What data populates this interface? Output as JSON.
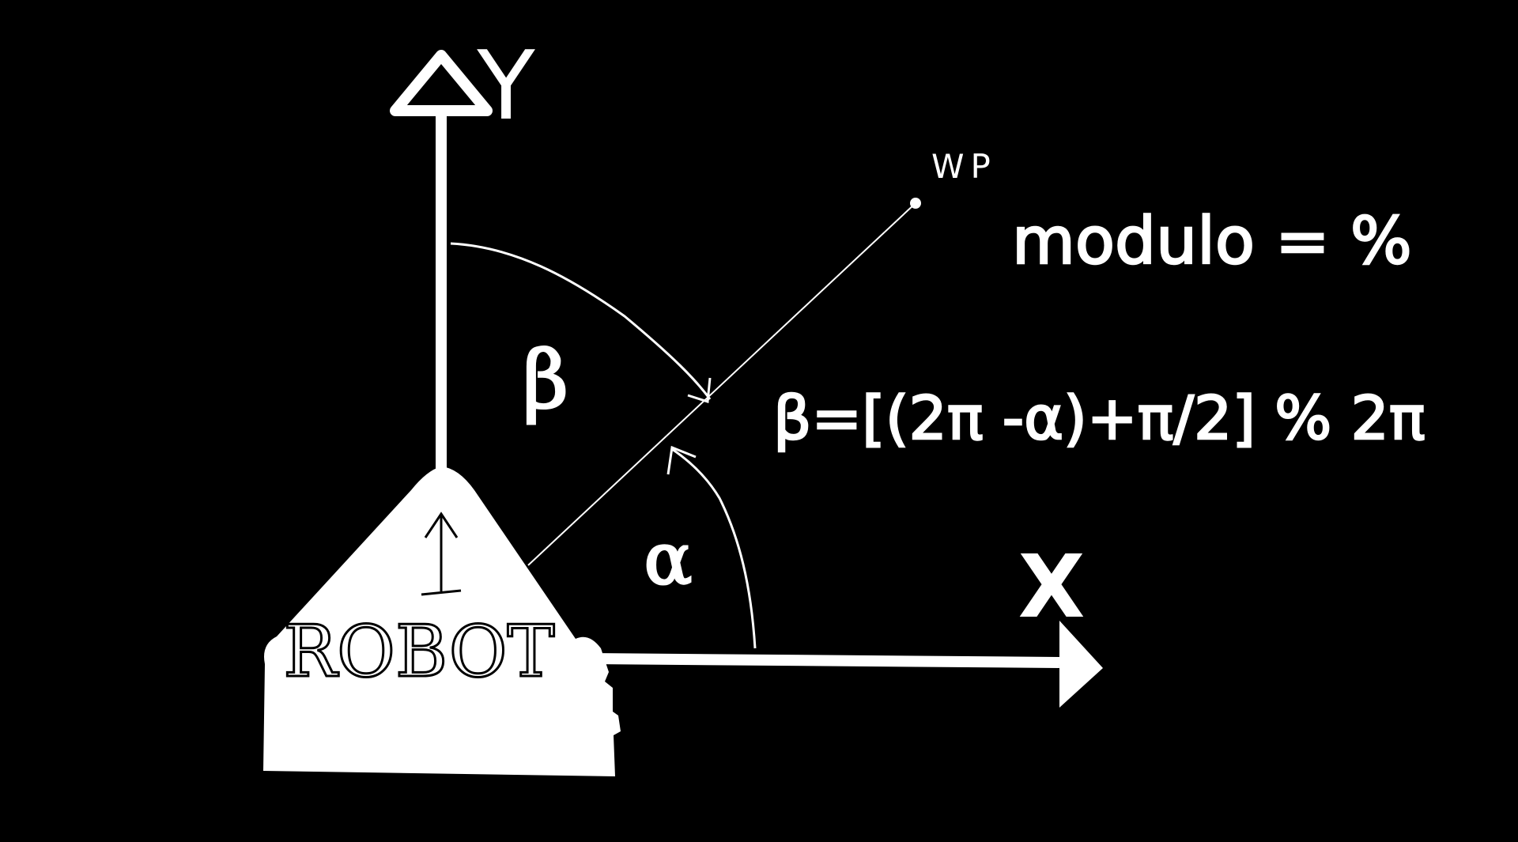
{
  "colors": {
    "background": "#000000",
    "ink": "#ffffff"
  },
  "axes": {
    "y_label": "Y",
    "x_label": "X"
  },
  "robot": {
    "label": "ROBOT"
  },
  "waypoint": {
    "label": "WP"
  },
  "angles": {
    "beta": "β",
    "alpha": "α"
  },
  "notes": {
    "modulo": "modulo = %",
    "formula": "β=[(2π -α)+π/2] % 2π"
  }
}
